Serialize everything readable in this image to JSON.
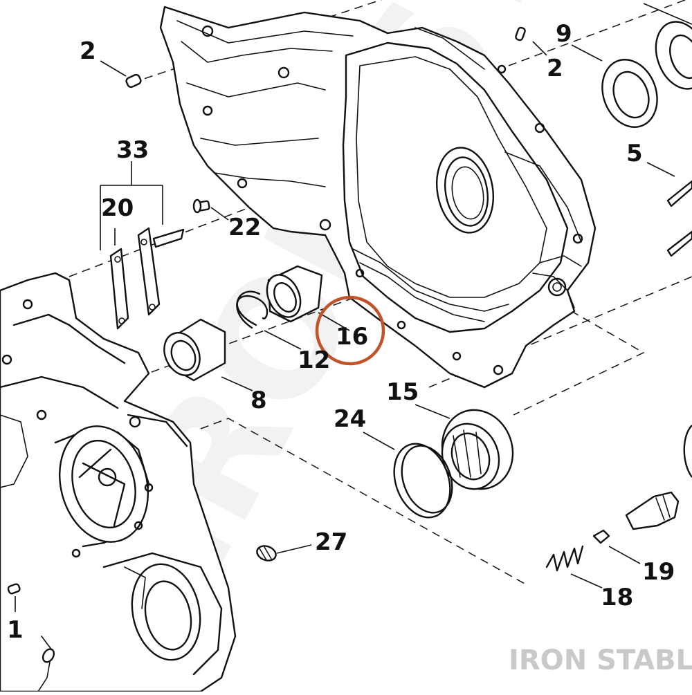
{
  "watermark": {
    "text": "IRON STABLE"
  },
  "brand": {
    "text": "IRON STABLE"
  },
  "highlight_color": "#c0532a",
  "callouts": {
    "c1": "1",
    "c2a": "2",
    "c2b": "2",
    "c5": "5",
    "c8": "8",
    "c9": "9",
    "c12": "12",
    "c15": "15",
    "c16": "16",
    "c18": "18",
    "c19": "19",
    "c20": "20",
    "c22": "22",
    "c24": "24",
    "c27": "27",
    "c33": "33"
  },
  "highlighted_callout": "16"
}
